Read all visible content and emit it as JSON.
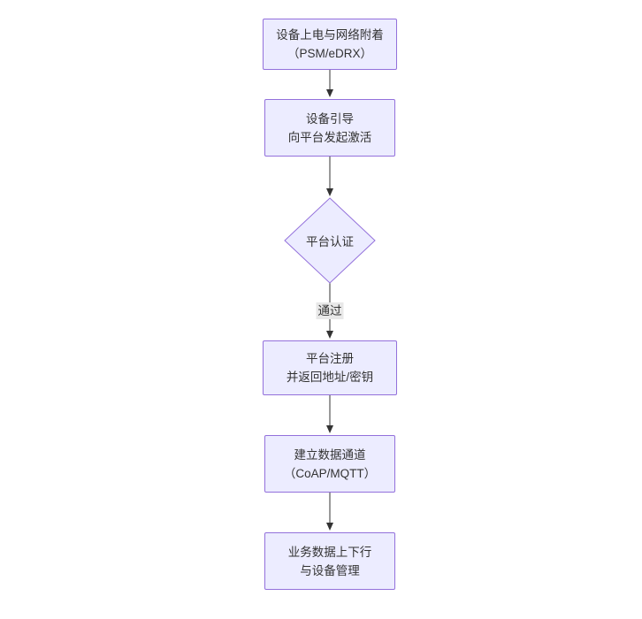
{
  "diagram": {
    "type": "flowchart",
    "direction": "top-down"
  },
  "nodes": {
    "power_attach": {
      "line1": "设备上电与网络附着",
      "line2": "（PSM/eDRX）"
    },
    "bootstrap": {
      "line1": "设备引导",
      "line2": "向平台发起激活"
    },
    "auth": {
      "label": "平台认证",
      "shape": "diamond"
    },
    "register": {
      "line1": "平台注册",
      "line2": "并返回地址/密钥"
    },
    "channel": {
      "line1": "建立数据通道",
      "line2": "（CoAP/MQTT）"
    },
    "business": {
      "line1": "业务数据上下行",
      "line2": "与设备管理"
    }
  },
  "edges": {
    "pass_label": "通过"
  },
  "colors": {
    "node_fill": "#ECECFF",
    "node_border": "#9370DB",
    "arrow": "#333333",
    "edge_label_bg": "#e8e8e8",
    "text": "#333333",
    "background": "#ffffff"
  }
}
